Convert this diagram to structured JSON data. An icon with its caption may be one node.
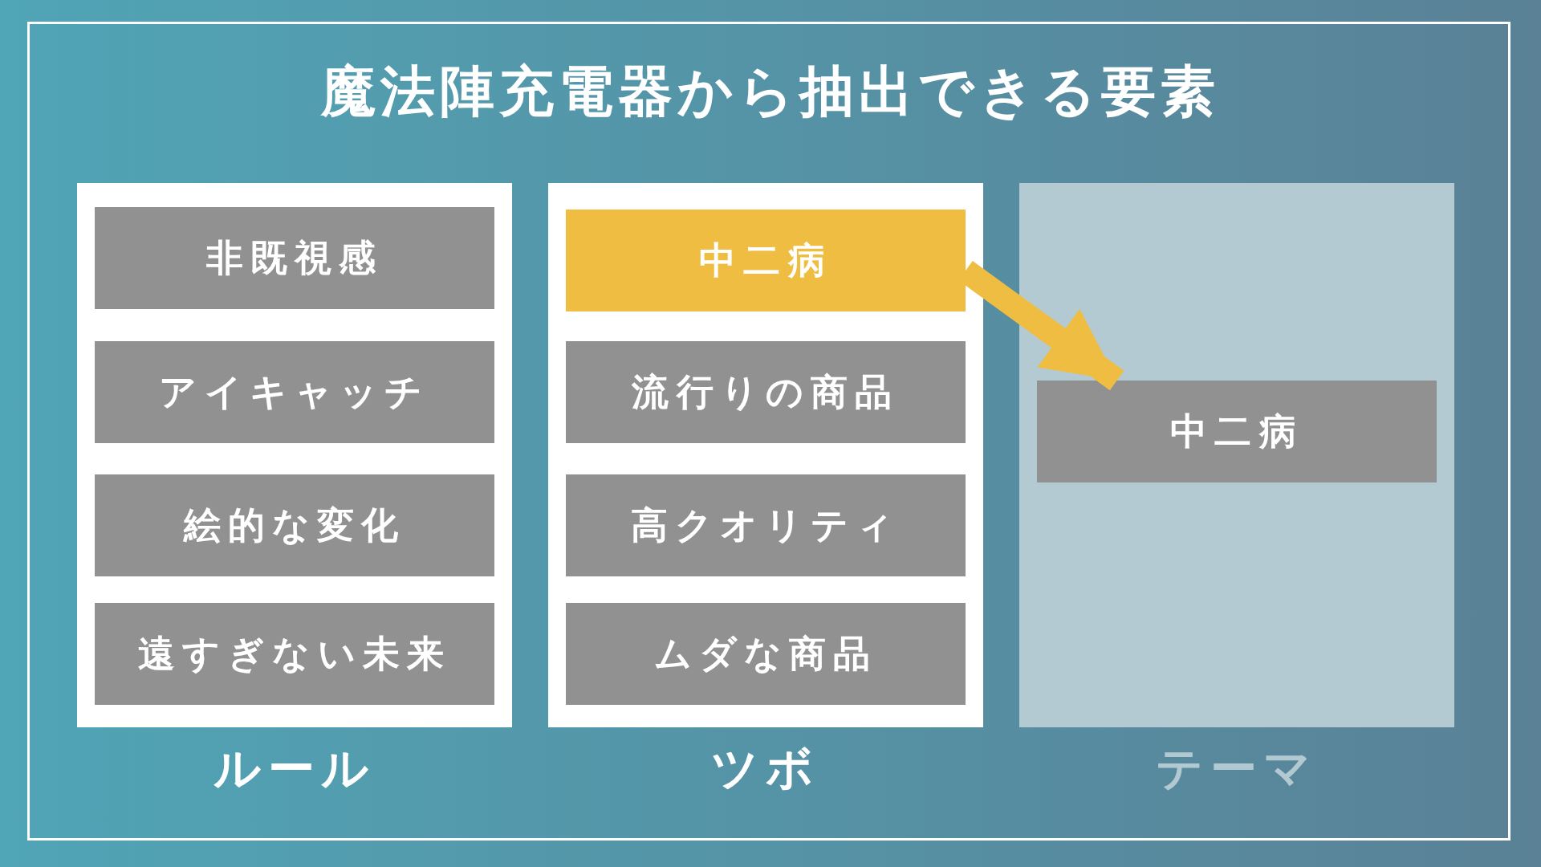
{
  "diagram": {
    "title": "魔法陣充電器から抽出できる要素",
    "nodes": [
      {
        "text": [
          "ルール"
        ]
      },
      {
        "text": [
          "非既視感"
        ],
        "in": 0
      },
      {
        "text": [
          "アイキャッチ"
        ],
        "in": 0
      },
      {
        "text": [
          "絵的な変化"
        ],
        "in": 0
      },
      {
        "text": [
          "遠すぎない未来"
        ],
        "in": 0
      },
      {
        "text": [
          "ツボ"
        ]
      },
      {
        "text": [
          "中二病"
        ],
        "in": 5
      },
      {
        "text": [
          "流行りの商品"
        ],
        "in": 5
      },
      {
        "text": [
          "高クオリティ"
        ],
        "in": 5
      },
      {
        "text": [
          "ムダな商品"
        ],
        "in": 5
      },
      {
        "text": [
          "テーマ"
        ]
      },
      {
        "text": [
          "中二病"
        ],
        "in": 10
      }
    ],
    "edges": [
      {
        "from": 6,
        "to": 11,
        "arrow": "to"
      }
    ]
  }
}
